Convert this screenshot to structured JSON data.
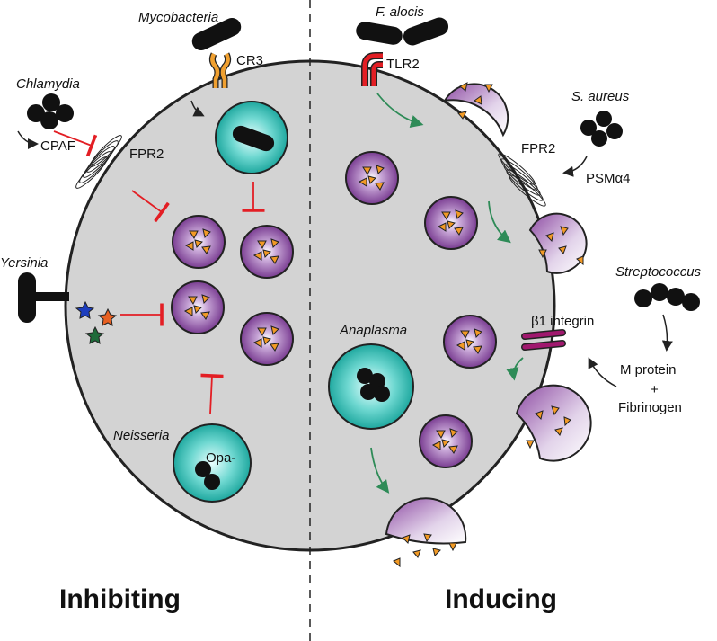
{
  "sections": {
    "left_title": "Inhibiting",
    "right_title": "Inducing"
  },
  "pathogens": {
    "chlamydia": "Chlamydia",
    "mycobacteria": "Mycobacteria",
    "yersinia": "Yersinia",
    "neisseria": "Neisseria",
    "f_alocis": "F. alocis",
    "s_aureus": "S. aureus",
    "streptococcus": "Streptococcus",
    "anaplasma": "Anaplasma"
  },
  "molecules": {
    "cpaf": "CPAF",
    "fpr2_left": "FPR2",
    "cr3": "CR3",
    "opa": "Opa-",
    "tlr2": "TLR2",
    "fpr2_right": "FPR2",
    "psm": "PSMα4",
    "b1_integrin": "β1 integrin",
    "m_protein": "M protein",
    "plus": "+",
    "fibrinogen": "Fibrinogen"
  },
  "colors": {
    "cell": "#d3d3d3",
    "vacuole": "#2fbfb5",
    "granule": "#8e4ca3",
    "granule_content": "#f29a25",
    "inhibit": "#e31e24",
    "induce": "#2e8b57",
    "cr3": "#f0a030",
    "tlr2": "#e31e24",
    "integrin": "#a0186e"
  }
}
